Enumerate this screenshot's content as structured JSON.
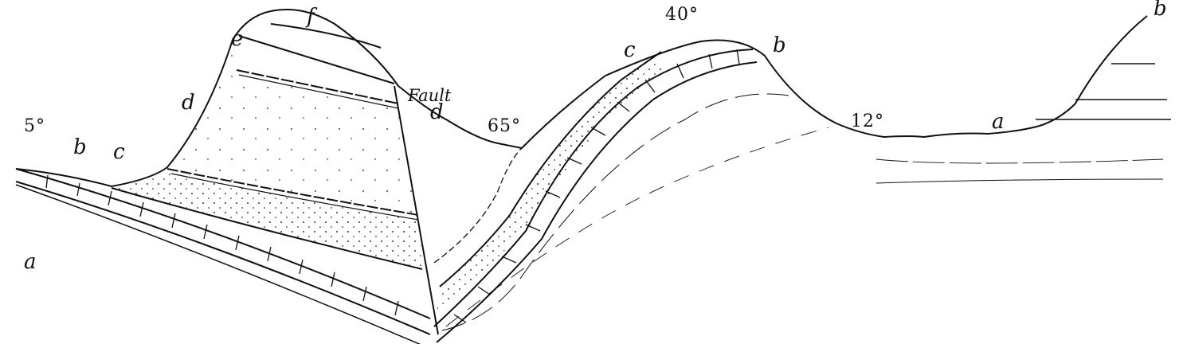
{
  "title": "Geological section showing fault and folded strata",
  "labels": {
    "dip_left": "5°",
    "dip_middle": "65°",
    "dip_crest": "40°",
    "dip_right": "12°",
    "fault": "Fault",
    "a_left": "a",
    "b_left": "b",
    "c_left": "c",
    "d_left": "d",
    "e": "e",
    "f": "f",
    "d_right": "d",
    "c_right": "c",
    "b_right": "b",
    "a_right": "a",
    "b_far_right": "b"
  },
  "colors": {
    "ink": "#111111",
    "paper": "#ffffff"
  }
}
